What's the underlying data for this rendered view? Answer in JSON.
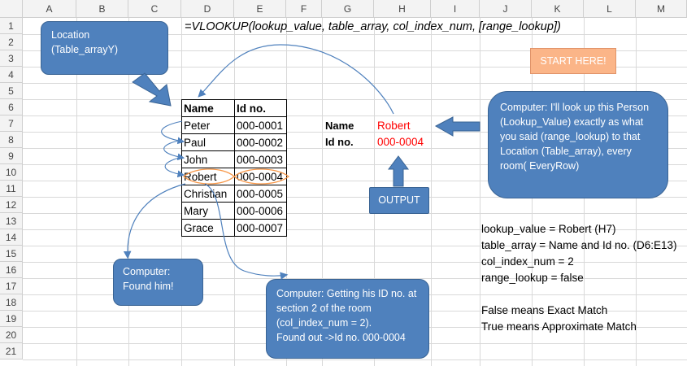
{
  "columns": [
    "A",
    "B",
    "C",
    "D",
    "E",
    "F",
    "G",
    "H",
    "I",
    "J",
    "K",
    "L",
    "M"
  ],
  "rows": [
    "1",
    "2",
    "3",
    "4",
    "5",
    "6",
    "7",
    "8",
    "9",
    "10",
    "11",
    "12",
    "13",
    "14",
    "15",
    "16",
    "17",
    "18",
    "19",
    "20",
    "21"
  ],
  "formula": "=VLOOKUP(lookup_value, table_array, col_index_num, [range_lookup])",
  "table": {
    "header": {
      "name": "Name",
      "id": "Id no."
    },
    "rows": [
      {
        "name": "Peter",
        "id": "000-0001"
      },
      {
        "name": "Paul",
        "id": "000-0002"
      },
      {
        "name": "John",
        "id": "000-0003"
      },
      {
        "name": "Robert",
        "id": "000-0004"
      },
      {
        "name": "Christian",
        "id": "000-0005"
      },
      {
        "name": "Mary",
        "id": "000-0006"
      },
      {
        "name": "Grace",
        "id": "000-0007"
      }
    ]
  },
  "lookup_result": {
    "name_label": "Name",
    "name_value": "Robert",
    "id_label": "Id no.",
    "id_value": "000-0004"
  },
  "callouts": {
    "location": "Location\n(Table_arrayY)",
    "start": "START HERE!",
    "computer_lookup": "Computer: I'll look up this Person (Lookup_Value) exactly as what you said (range_lookup) to that Location (Table_array), every room( EveryRow)",
    "output": "OUTPUT",
    "found": "Computer:\nFound him!",
    "getting_id": "Computer: Getting his ID no. at section 2 of the room (col_index_num = 2).\nFound out ->Id no. 000-0004"
  },
  "notes": [
    "lookup_value = Robert (H7)",
    "table_array = Name and Id no. (D6:E13)",
    "col_index_num = 2",
    "range_lookup = false",
    "",
    "False means Exact Match",
    "True means Approximate Match"
  ],
  "colors": {
    "callout_fill": "#4f81bd",
    "start_fill": "#fbb588",
    "result_text": "#ff0000",
    "arrow": "#4f81bd",
    "highlight": "#f79646"
  }
}
